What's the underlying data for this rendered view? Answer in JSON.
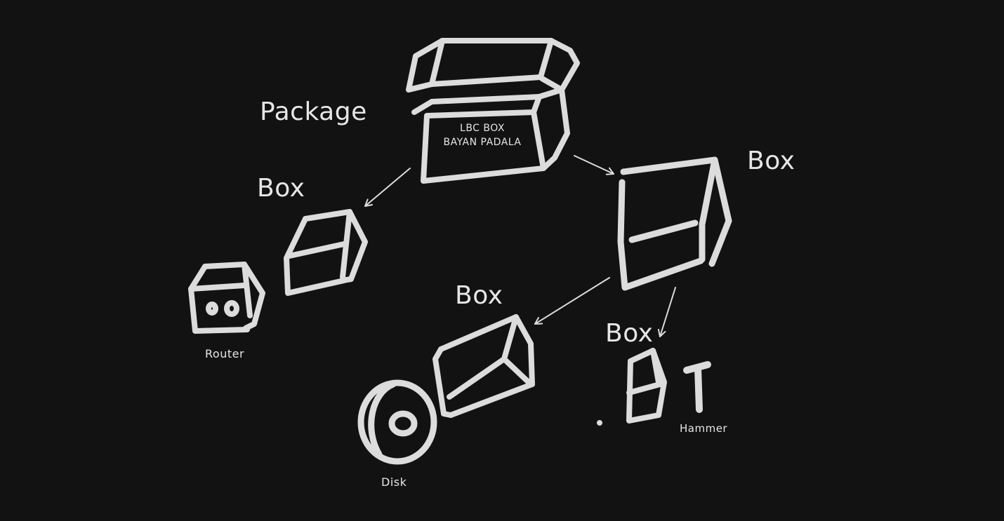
{
  "colors": {
    "background": "#121212",
    "stroke": "#dcdcdc",
    "text": "#e6e6e6"
  },
  "labels": {
    "package": "Package",
    "box_left": "Box",
    "box_right": "Box",
    "box_middle": "Box",
    "box_small": "Box",
    "router": "Router",
    "disk": "Disk",
    "hammer": "Hammer"
  },
  "package_box": {
    "line1": "LBC BOX",
    "line2": "BAYAN PADALA"
  },
  "icons": [
    "open-box-icon",
    "box-icon",
    "router-icon",
    "disk-icon",
    "hammer-icon",
    "arrow-icon"
  ]
}
